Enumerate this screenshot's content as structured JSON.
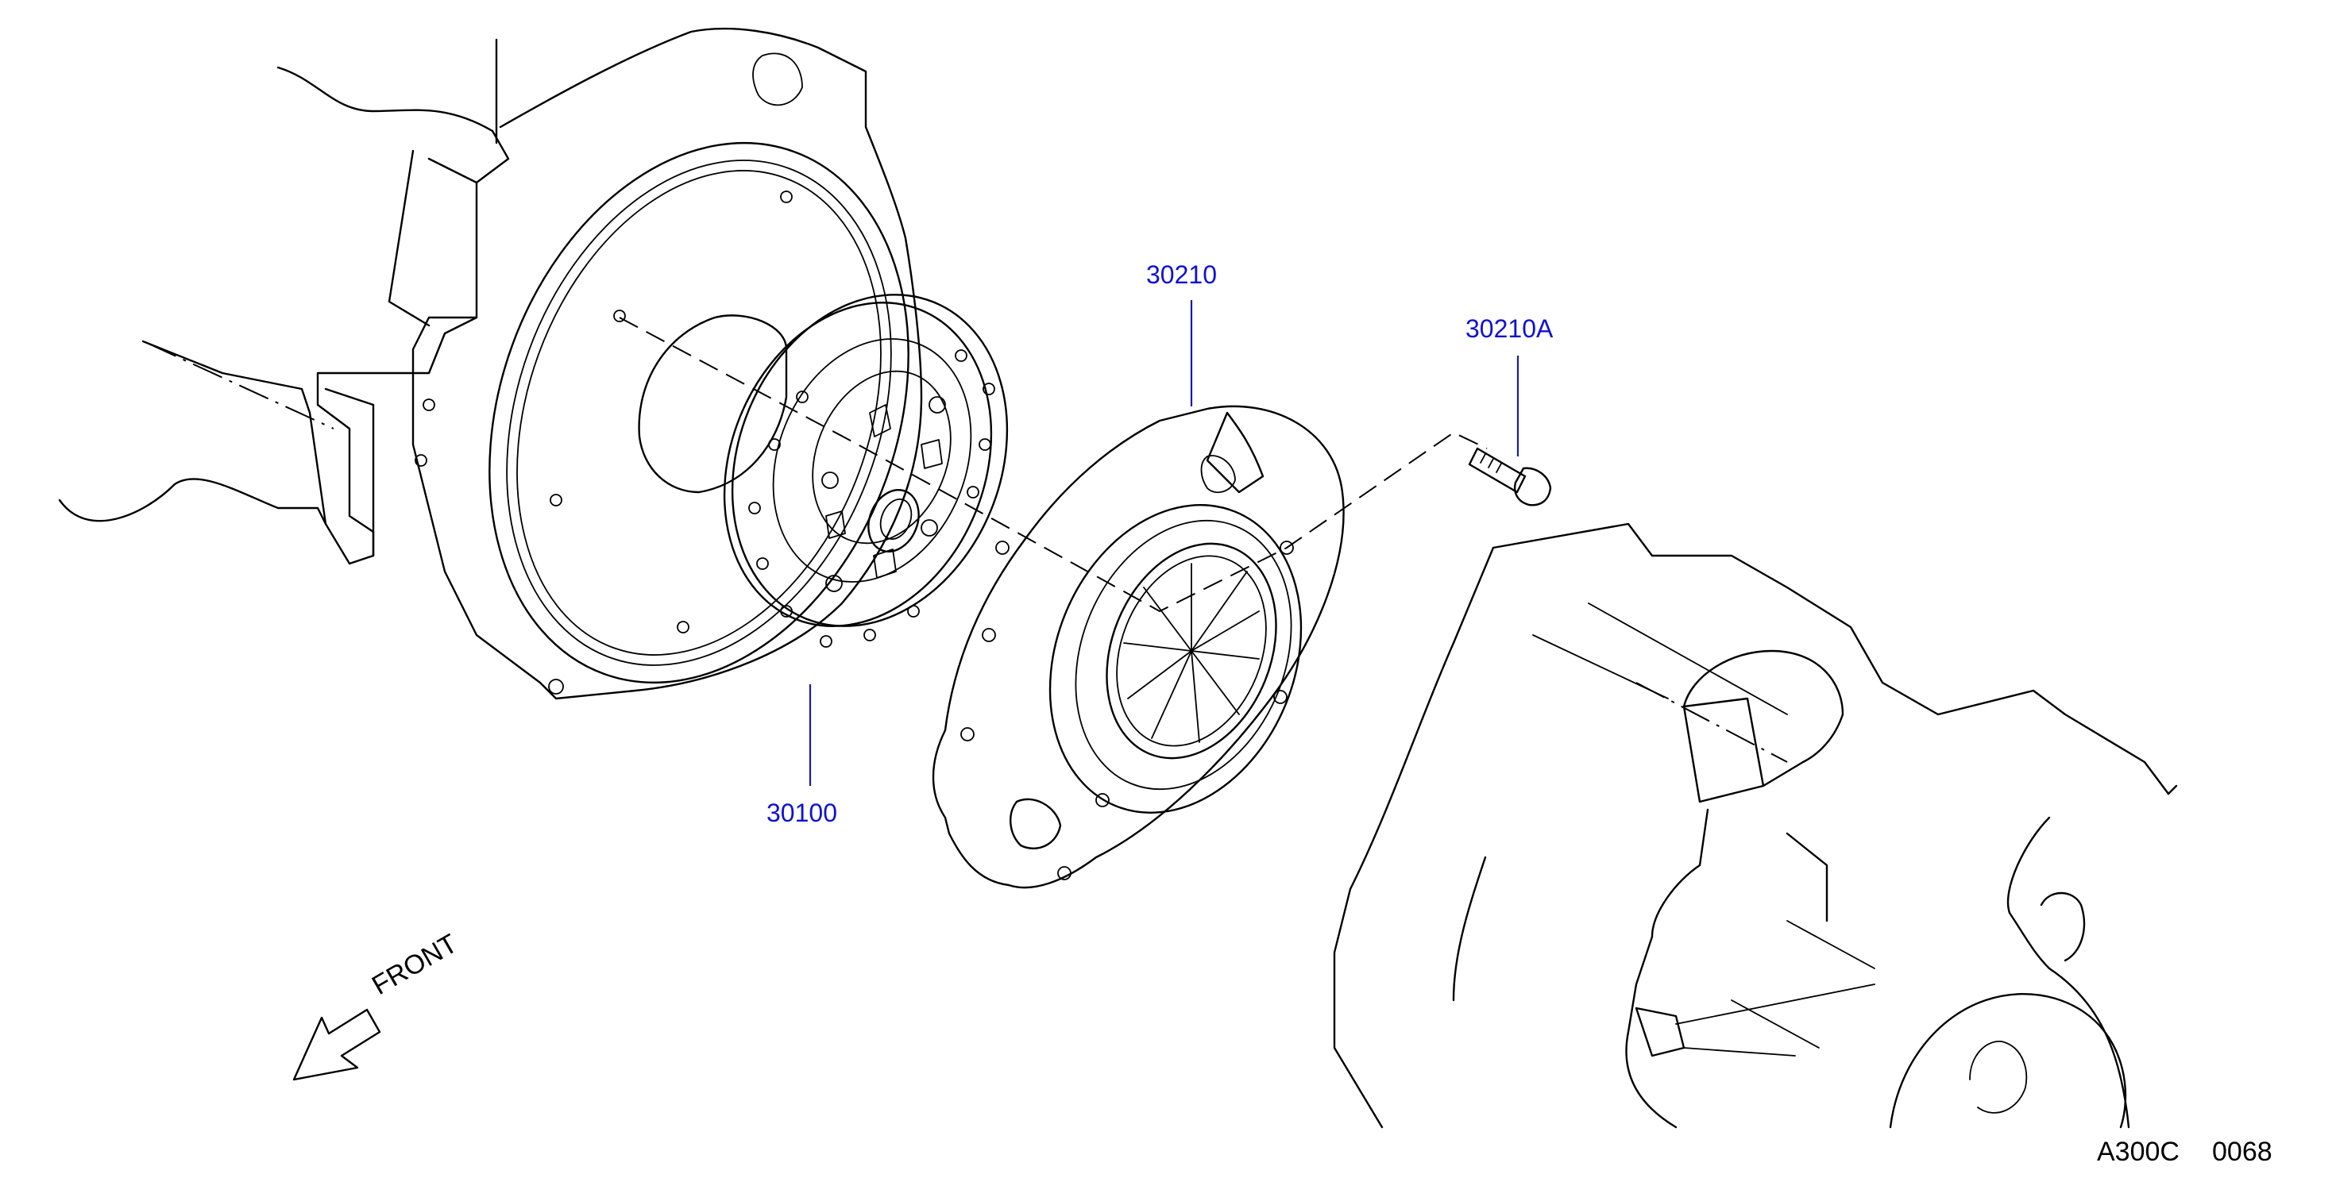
{
  "parts": {
    "clutch_disc": "30100",
    "clutch_cover": "30210",
    "bolt": "30210A"
  },
  "direction_label": "FRONT",
  "figure_code": "A300C",
  "figure_number": "0068",
  "colors": {
    "part_number": "#1010d8",
    "line": "#000000",
    "background": "#ffffff"
  },
  "icons": {
    "front_arrow": "front-arrow-icon"
  }
}
